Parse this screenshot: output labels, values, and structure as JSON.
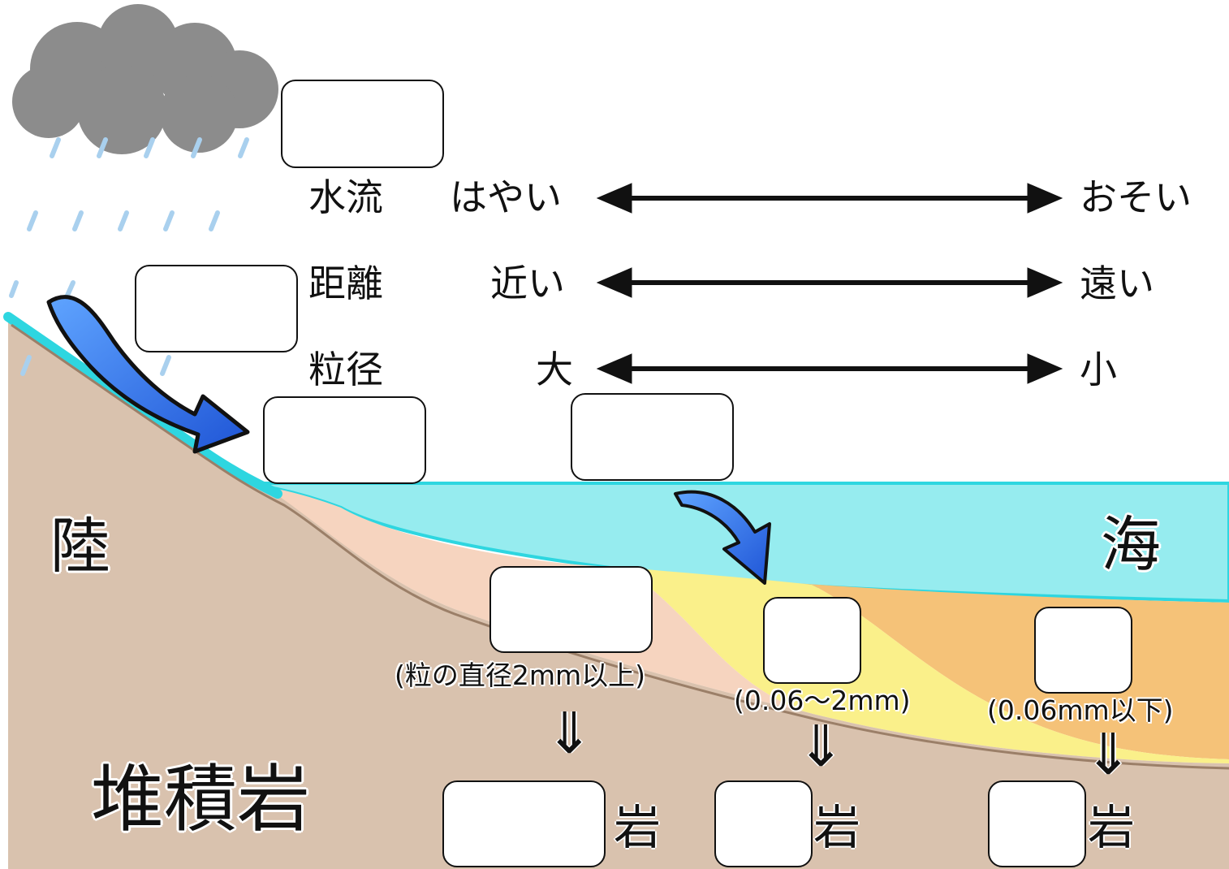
{
  "rows": [
    {
      "label": "水流",
      "left": "はやい",
      "right": "おそい"
    },
    {
      "label": "距離",
      "left": "近い",
      "right": "遠い"
    },
    {
      "label": "粒径",
      "left": "大",
      "right": "小"
    }
  ],
  "regions": {
    "land": "陸",
    "sea": "海",
    "sedimentary_rock": "堆積岩"
  },
  "size_notes": [
    "(粒の直径2mm以上)",
    "(0.06〜2mm)",
    "(0.06mm以下)"
  ],
  "down_arrow": "⇓",
  "rock_suffix": "岩",
  "colors": {
    "ground": "#d9c2ae",
    "sea": "#96ecef",
    "sea_edge": "#2ed6e0",
    "gravel": "#f6d4bf",
    "sand": "#faf08a",
    "mud": "#f5c278",
    "cloud": "#8c8c8c",
    "rain": "#a9d0ee",
    "flow_arrow": "#2d6fe6"
  },
  "icons": [
    "cloud-icon",
    "rain-icon",
    "flow-arrow-icon",
    "double-headed-arrow-icon"
  ]
}
